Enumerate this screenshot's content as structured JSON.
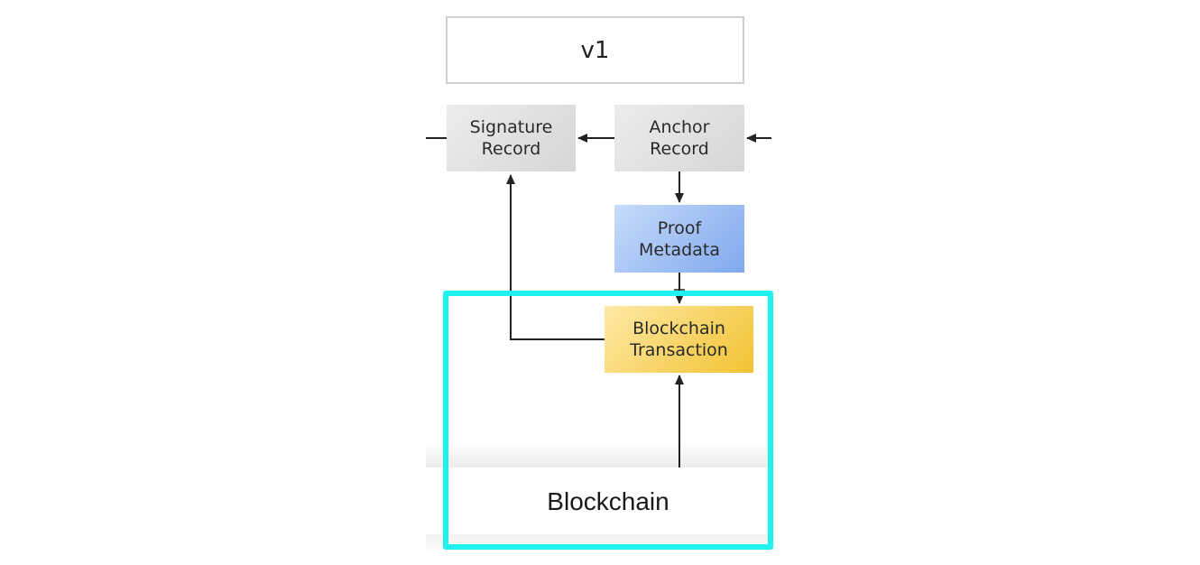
{
  "diagram": {
    "version_label": "v1",
    "nodes": {
      "signature_record": "Signature\nRecord",
      "anchor_record": "Anchor\nRecord",
      "proof_metadata": "Proof\nMetadata",
      "blockchain_transaction": "Blockchain\nTransaction",
      "blockchain": "Blockchain"
    },
    "edges": [
      {
        "from": "incoming",
        "to": "anchor_record"
      },
      {
        "from": "anchor_record",
        "to": "signature_record"
      },
      {
        "from": "signature_record",
        "to": "outgoing"
      },
      {
        "from": "anchor_record",
        "to": "proof_metadata"
      },
      {
        "from": "proof_metadata",
        "to": "blockchain_transaction"
      },
      {
        "from": "blockchain_transaction",
        "to": "signature_record"
      },
      {
        "from": "blockchain",
        "to": "blockchain_transaction"
      }
    ],
    "colors": {
      "record_fill": "#dcdcdc",
      "proof_fill": "#7fa8ee",
      "transaction_fill": "#f1c232",
      "highlight": "#1ff0f0",
      "arrow": "#222222"
    }
  }
}
